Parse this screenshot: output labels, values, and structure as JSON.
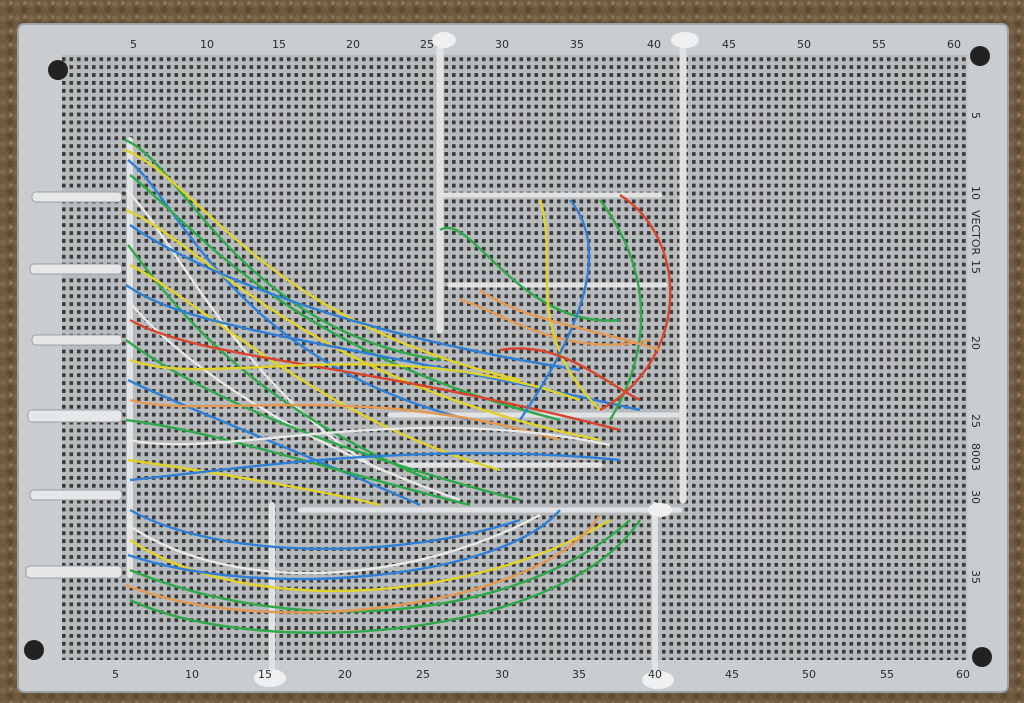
{
  "board": {
    "brand": "VECTOR",
    "part_number": "8003",
    "top_labels": [
      "5",
      "10",
      "15",
      "20",
      "25",
      "30",
      "35",
      "40",
      "45",
      "50",
      "55",
      "60"
    ],
    "bottom_labels": [
      "5",
      "10",
      "15",
      "20",
      "25",
      "30",
      "35",
      "40",
      "45",
      "50",
      "55",
      "60"
    ],
    "side_labels": [
      "5",
      "10",
      "15",
      "20",
      "25",
      "30",
      "35"
    ]
  },
  "colors": {
    "carpet": "#6f5a40",
    "board": "#a9aeb2",
    "board_edge": "#c9cdd0",
    "hole": "#3b3a38",
    "solder": "#d8dadb",
    "wire_green": "#2fa84a",
    "wire_yellow": "#e1d22a",
    "wire_blue": "#2f7fd6",
    "wire_white": "#e8e8e8",
    "wire_orange": "#e29a55",
    "wire_red": "#d9452b"
  }
}
